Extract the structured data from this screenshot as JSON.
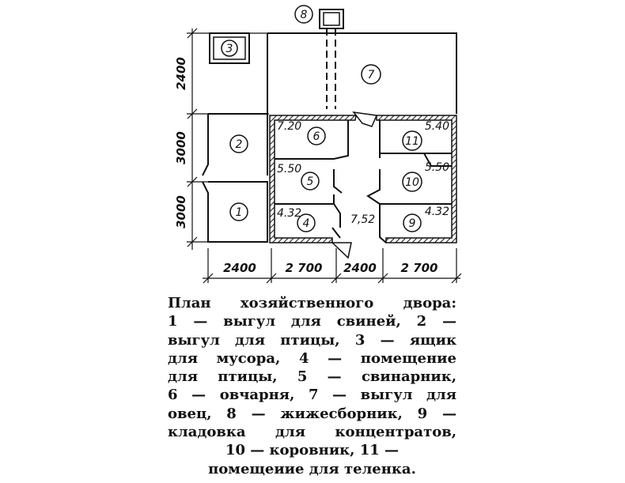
{
  "dimensions": {
    "v_top": "2400",
    "v_mid": "3000",
    "v_bot": "3000",
    "h1": "2400",
    "h2": "2 700",
    "h3": "2400",
    "h4": "2 700"
  },
  "rooms": {
    "r1": "1",
    "r2": "2",
    "r3": "3",
    "r4": "4",
    "r5": "5",
    "r6": "6",
    "r7": "7",
    "r8": "8",
    "r9": "9",
    "r10": "10",
    "r11": "11"
  },
  "areas": {
    "r4": "4.32",
    "r5": "5.50",
    "r6": "7.20",
    "corridor": "7,52",
    "r9": "4.32",
    "r10": "5.50",
    "r11": "5.40"
  },
  "caption": [
    "План хозяйственного двора:",
    "1 — выгул для свиней, 2 —",
    "выгул для птицы, 3 — ящик",
    "для мусора, 4 — помещение",
    "для птицы, 5 — свинарник,",
    "6 — овчарня, 7 — выгул для",
    "овец, 8 — жижесборник, 9 —",
    "кладовка для концентратов,",
    "10 — коровник, 11 —",
    "помещеиие для теленка."
  ]
}
